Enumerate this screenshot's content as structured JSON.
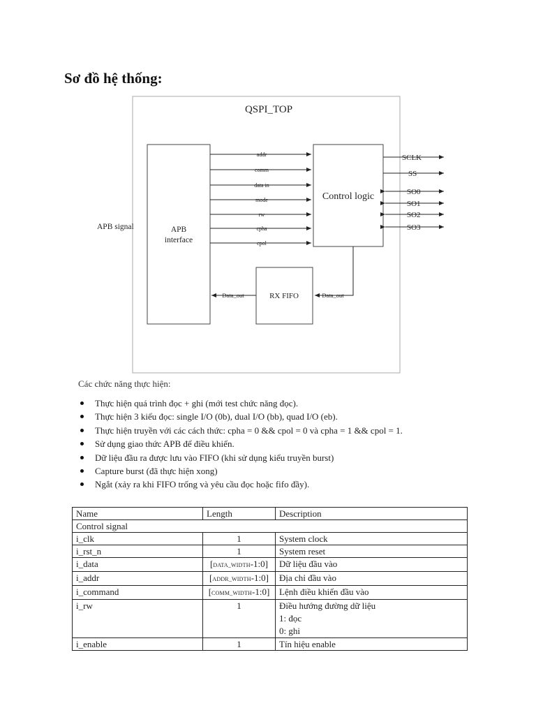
{
  "heading": "Sơ đồ hệ thống:",
  "diagram": {
    "title": "QSPI_TOP",
    "apb_signal": "APB signal",
    "apb_interface_line1": "APB",
    "apb_interface_line2": "interface",
    "control_logic": "Control logic",
    "rx_fifo": "RX FIFO",
    "signals": [
      "addr",
      "comm",
      "data in",
      "mode",
      "rw",
      "cpha",
      "cpol"
    ],
    "outputs": [
      "SCLK",
      "SS",
      "SO0",
      "SO1",
      "SO2",
      "SO3"
    ],
    "data_out_left": "Data_out",
    "data_out_right": "Data_out"
  },
  "intro": "Các chức năng thực hiện:",
  "bullets": [
    "Thực hiện quá trình đọc + ghi (mới test chức năng đọc).",
    "Thực hiện 3 kiểu đọc:  single I/O (0b), dual I/O (bb), quad I/O (eb).",
    "Thực hiện truyền với các cách thức: cpha = 0 && cpol = 0 và cpha = 1 && cpol = 1.",
    "Sử dụng giao thức APB để điều khiển.",
    "Dữ liệu đầu ra được lưu vào FIFO (khi sử dụng kiểu truyền burst)",
    "Capture burst (đã thực hiện xong)",
    "Ngắt (xảy ra khi FIFO trống và yêu cầu đọc hoặc fifo đầy)."
  ],
  "table": {
    "headers": [
      "Name",
      "Length",
      "Description"
    ],
    "section": "Control signal",
    "rows": [
      {
        "name": "i_clk",
        "len_prefix": "",
        "len": "1",
        "desc": "System clock"
      },
      {
        "name": "i_rst_n",
        "len_prefix": "",
        "len": "1",
        "desc": "System reset"
      },
      {
        "name": "i_data",
        "len_prefix": "DATA_WIDTH",
        "len": "-1:0]",
        "desc": "Dữ liệu đầu vào"
      },
      {
        "name": "i_addr",
        "len_prefix": "ADDR_WIDTH",
        "len": "-1:0]",
        "desc": "Địa chỉ đầu vào"
      },
      {
        "name": "i_command",
        "len_prefix": "COMM_WIDTH",
        "len": "-1:0]",
        "desc": "Lệnh điều khiển đầu vào"
      },
      {
        "name": "i_rw",
        "len_prefix": "",
        "len": "1",
        "desc": "Điều hướng đường dữ liệu",
        "desc2": "1: đọc",
        "desc3": "0: ghi"
      },
      {
        "name": "i_enable",
        "len_prefix": "",
        "len": "1",
        "desc": "Tín hiệu enable"
      }
    ]
  }
}
